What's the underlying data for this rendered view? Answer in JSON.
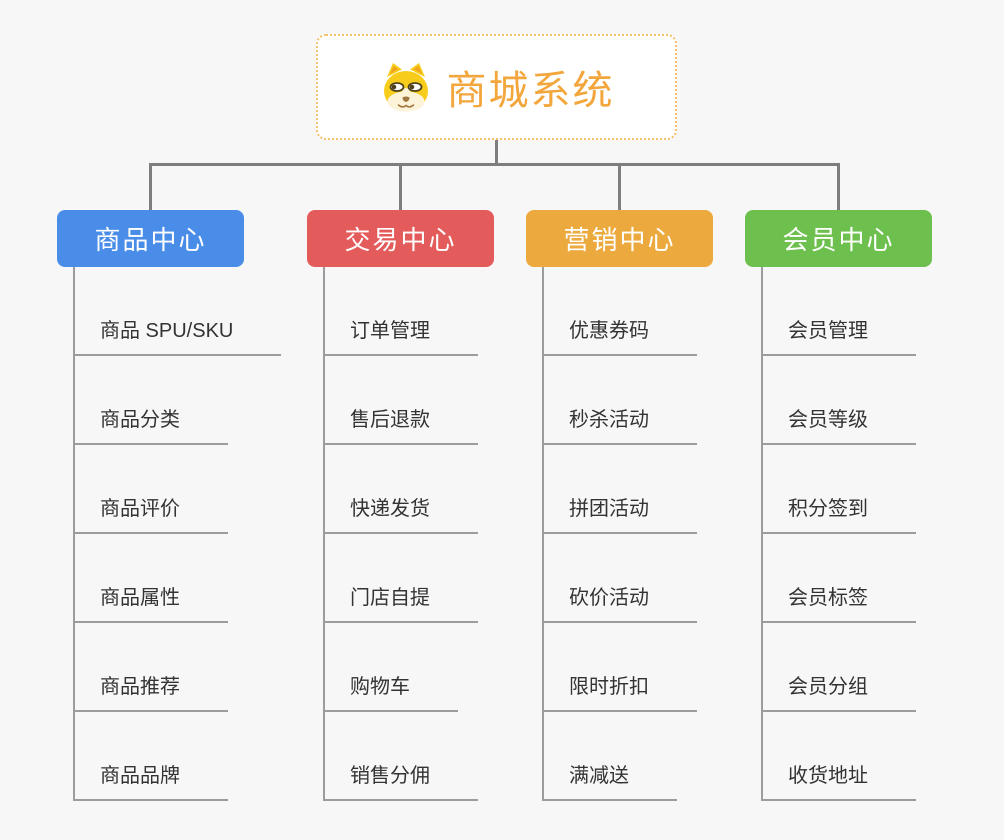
{
  "background": "#F7F7F7",
  "root": {
    "title": "商城系统",
    "title_color": "#F2A63C",
    "border_color": "#F5C06A",
    "icon": "shiba-dog-icon"
  },
  "lines": {
    "connector": "#7E7E7E",
    "leaf": "#9C9C9C"
  },
  "branches": [
    {
      "label": "商品中心",
      "color": "#4A8DE9",
      "items": [
        "商品 SPU/SKU",
        "商品分类",
        "商品评价",
        "商品属性",
        "商品推荐",
        "商品品牌"
      ]
    },
    {
      "label": "交易中心",
      "color": "#E45B5B",
      "items": [
        "订单管理",
        "售后退款",
        "快递发货",
        "门店自提",
        "购物车",
        "销售分佣"
      ]
    },
    {
      "label": "营销中心",
      "color": "#ECAA3E",
      "items": [
        "优惠券码",
        "秒杀活动",
        "拼团活动",
        "砍价活动",
        "限时折扣",
        "满减送"
      ]
    },
    {
      "label": "会员中心",
      "color": "#6DC04D",
      "items": [
        "会员管理",
        "会员等级",
        "积分签到",
        "会员标签",
        "会员分组",
        "收货地址"
      ]
    }
  ]
}
